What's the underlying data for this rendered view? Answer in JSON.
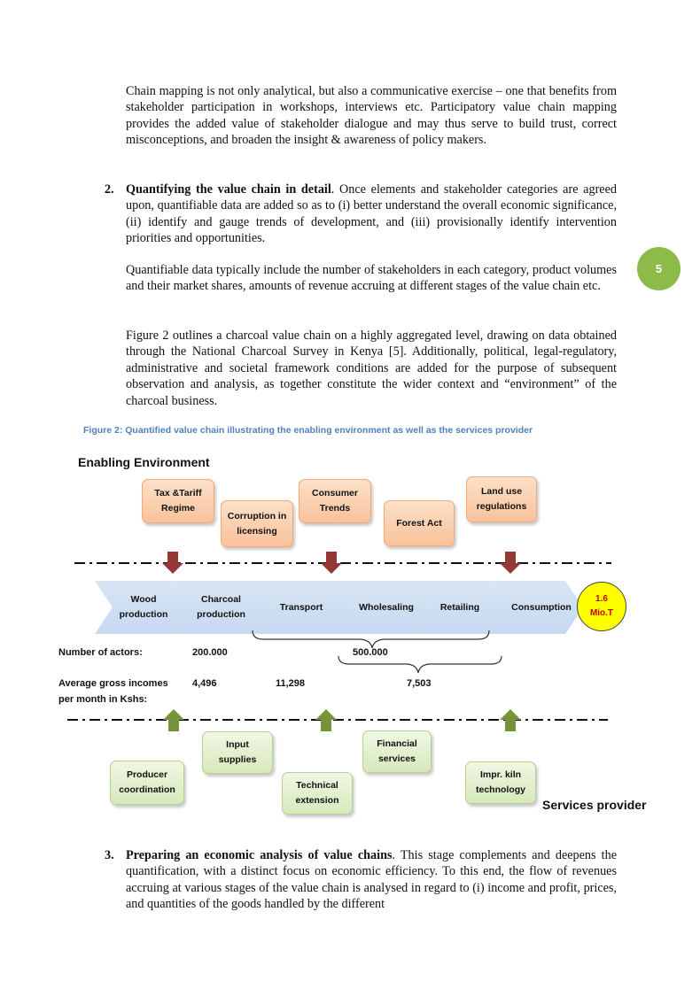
{
  "page_number": "5",
  "intro_paragraph": "Chain mapping is not only analytical, but also a communicative exercise – one that benefits from stakeholder participation in workshops, interviews etc. Participatory value chain mapping provides the added value of stakeholder dialogue and may thus serve to build trust, correct misconceptions, and broaden the insight & awareness of policy makers.",
  "section2": {
    "number": "2.",
    "title": "Quantifying the value chain in detail",
    "text": ". Once elements and stakeholder categories are agreed upon, quantifiable data are added so as to (i) better understand the overall economic significance, (ii) identify and gauge trends of development, and (iii) provisionally identify intervention priorities and opportunities.",
    "para2": "Quantifiable data typically include the number of stakeholders in each category, product volumes and their market shares, amounts of revenue accruing at different stages of the value chain etc.",
    "para3": "Figure 2 outlines a charcoal value chain on a highly aggregated level, drawing on data obtained through the National Charcoal Survey in Kenya [5]. Additionally, political, legal-regulatory, administrative and societal framework conditions are added for the purpose of subsequent observation and analysis, as together constitute the wider context and “environment” of the charcoal business."
  },
  "figure": {
    "caption": "Figure 2: Quantified value chain illustrating the enabling environment as well as the services provider",
    "enabling_title": "Enabling Environment",
    "environment_boxes": [
      "Tax &Tariff Regime",
      "Corruption in licensing",
      "Consumer Trends",
      "Forest Act",
      "Land use regulations"
    ],
    "chain_stages": [
      "Wood production",
      "Charcoal production",
      "Transport",
      "Wholesaling",
      "Retailing",
      "Consumption"
    ],
    "final_output": "1.6 Mio.T",
    "actors_label": "Number of actors:",
    "actors_values": [
      "200.000",
      "500.000"
    ],
    "income_label": "Average gross incomes per month in Kshs:",
    "income_values": [
      "4,496",
      "11,298",
      "7,503"
    ],
    "service_boxes": [
      "Producer coordination",
      "Input supplies",
      "Technical extension",
      "Financial services",
      "Impr. kiln technology"
    ],
    "services_title": "Services provider",
    "colors": {
      "chevron": "#c6d9f1",
      "orange_box": "#f9c29b",
      "green_box": "#d6e9bb",
      "down_arrow": "#953735",
      "up_arrow": "#77933c",
      "final_circle": "#ffff00",
      "final_text": "#c00000",
      "page_badge": "#8dbb4a",
      "caption": "#4f81bd"
    }
  },
  "section3": {
    "number": "3.",
    "title": "Preparing an economic analysis of value chains",
    "text": ". This stage complements and deepens the quantification, with a distinct focus on economic efficiency. To this end, the flow of revenues accruing at various stages of the value chain is analysed in regard to (i) income and profit, prices, and quantities of the goods handled by the different"
  }
}
